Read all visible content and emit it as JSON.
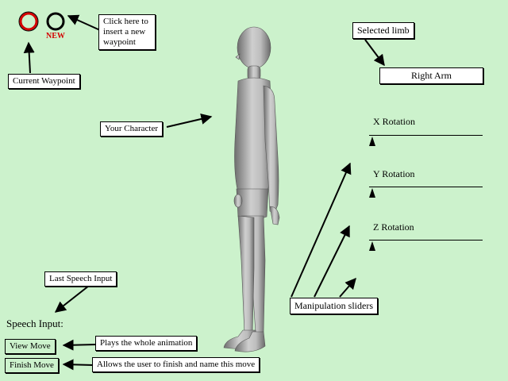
{
  "colors": {
    "background": "#ccf2cc",
    "waypoint_current": "#d40000",
    "waypoint_new": "#000000",
    "new_label": "#d40000"
  },
  "waypoints": {
    "new_label": "NEW"
  },
  "annotations": {
    "insert_waypoint": [
      "Click here to",
      "insert a new",
      "waypoint"
    ],
    "current_waypoint": "Current Waypoint",
    "your_character": "Your Character",
    "selected_limb": "Selected limb",
    "last_speech_input": "Last Speech Input",
    "manipulation_sliders": "Manipulation sliders",
    "plays_whole_animation": "Plays the whole animation",
    "finish_and_name": "Allows the user to finish and name this move"
  },
  "selected_limb_value": "Right Arm",
  "sliders": [
    {
      "label": "X Rotation",
      "value": 0
    },
    {
      "label": "Y Rotation",
      "value": 0
    },
    {
      "label": "Z Rotation",
      "value": 0
    }
  ],
  "speech": {
    "label": "Speech Input:"
  },
  "buttons": {
    "view_move": "View Move",
    "finish_move": "Finish Move"
  },
  "icons": {
    "current_waypoint": "circle-icon",
    "new_waypoint": "circle-icon"
  }
}
